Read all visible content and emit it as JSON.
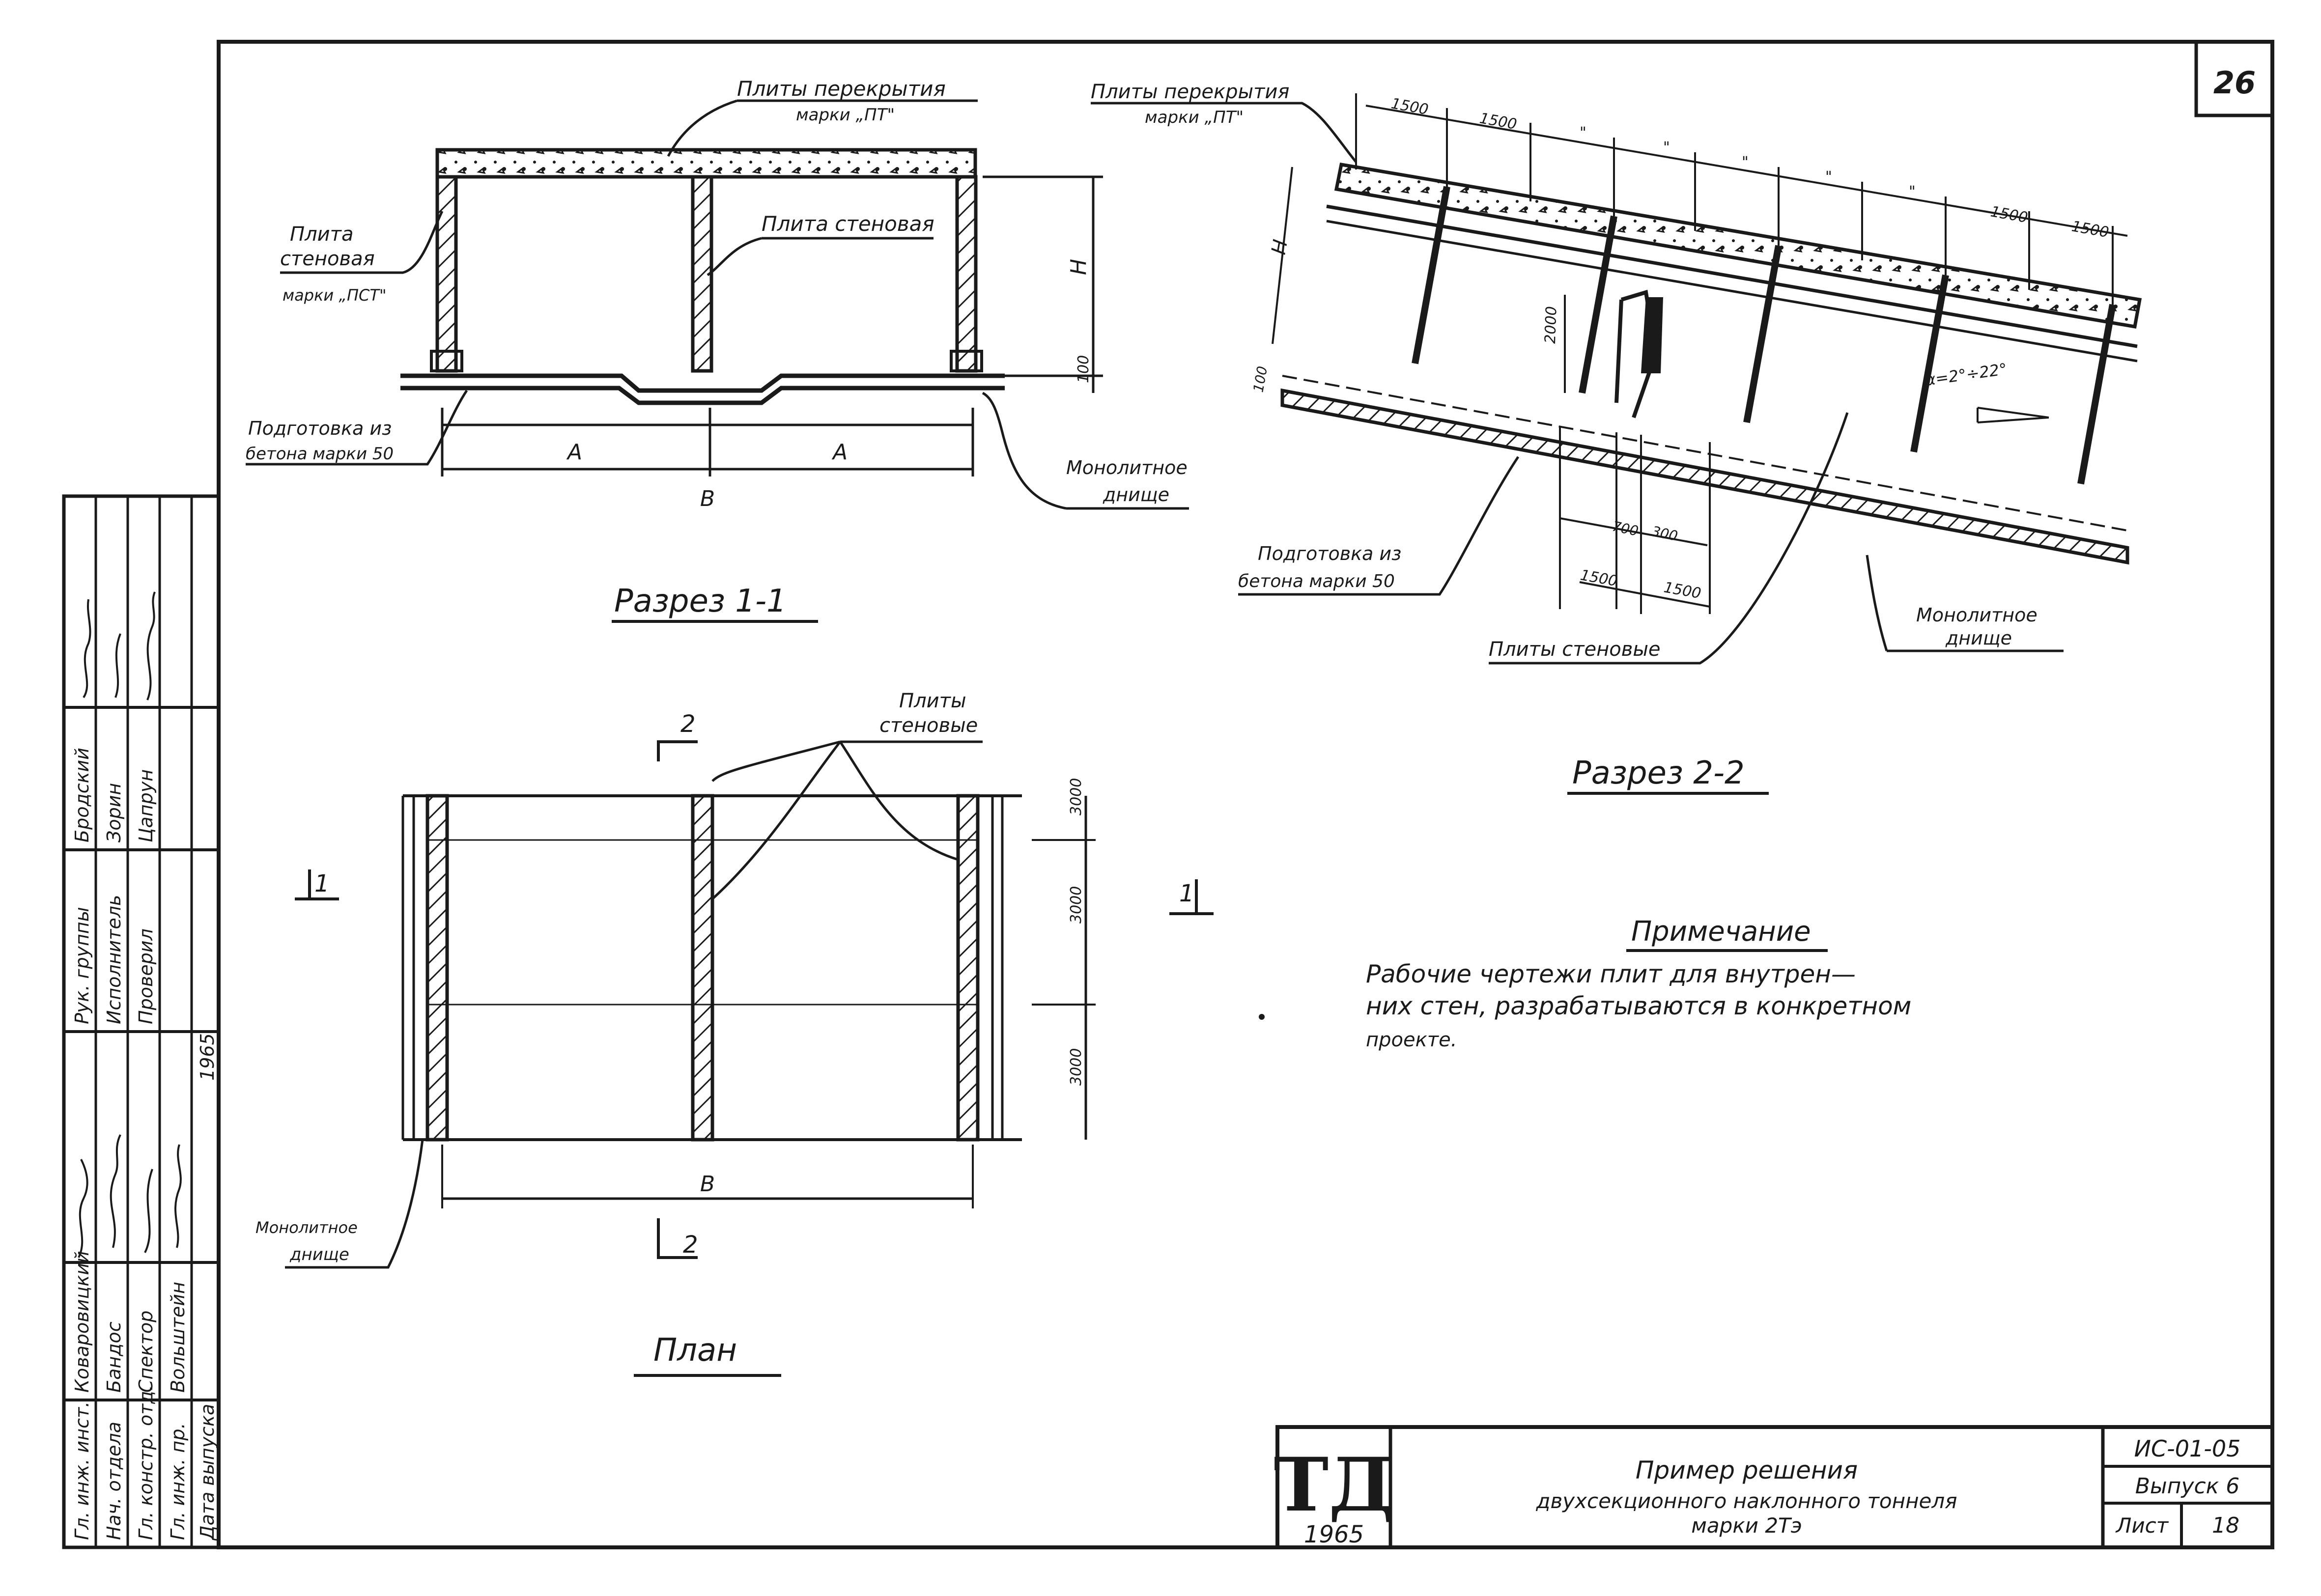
{
  "sheet": {
    "page_number": "26"
  },
  "section_1_1": {
    "title": "Разрез 1-1",
    "label_roof_slabs_line1": "Плиты перекрытия",
    "label_roof_slabs_line2": "марки „ПТ\"",
    "label_wall_slab_inner": "Плита стеновая",
    "label_wall_slab_line1": "Плита",
    "label_wall_slab_line2": "стеновая",
    "label_wall_slab_line3": "марки „ПСТ\"",
    "label_base_line1": "Подготовка из",
    "label_base_line2": "бетона марки 50",
    "label_bottom_line1": "Монолитное",
    "label_bottom_line2": "днище",
    "dim_a_left": "А",
    "dim_a_right": "А",
    "dim_b": "В",
    "dim_h": "Н",
    "dim_100": "100"
  },
  "section_2_2": {
    "title": "Разрез 2-2",
    "label_roof_slabs_line1": "Плиты перекрытия",
    "label_roof_slabs_line2": "марки „ПТ\"",
    "label_base_line1": "Подготовка из",
    "label_base_line2": "бетона марки 50",
    "label_wall_slabs": "Плиты стеновые",
    "label_bottom_line1": "Монолитное",
    "label_bottom_line2": "днище",
    "dim_top_1": "1500",
    "dim_top_2": "1500",
    "dim_top_ditto_1": "\"",
    "dim_top_ditto_2": "\"",
    "dim_top_ditto_3": "\"",
    "dim_top_ditto_4": "\"",
    "dim_top_ditto_5": "\"",
    "dim_top_3": "1500",
    "dim_top_4": "1500",
    "dim_h": "Н",
    "dim_door": "2000",
    "dim_100": "100",
    "dim_700": "700",
    "dim_300": "300",
    "dim_bottom_1": "1500",
    "dim_bottom_2": "1500",
    "angle": "α=2°÷22°"
  },
  "plan": {
    "title": "План",
    "label_wall_slabs_line1": "Плиты",
    "label_wall_slabs_line2": "стеновые",
    "label_bottom_line1": "Монолитное",
    "label_bottom_line2": "днище",
    "dim_b": "В",
    "dim_3000_a": "3000",
    "dim_3000_b": "3000",
    "dim_3000_c": "3000",
    "cut_2_top": "2",
    "cut_2_bottom": "2",
    "cut_1_left": "1",
    "cut_1_right": "1"
  },
  "note": {
    "heading": "Примечание",
    "line1": "Рабочие чертежи плит для внутрен—",
    "line2": "них стен, разрабатываются в конкретном",
    "line3": "проекте."
  },
  "title_block": {
    "logo": "ТД",
    "year": "1965",
    "title_line1": "Пример решения",
    "title_line2": "двухсекционного наклонного тоннеля",
    "title_line3": "марки 2Тэ",
    "code": "ИС-01-05",
    "issue": "Выпуск 6",
    "sheet_label": "Лист",
    "sheet_number": "18"
  },
  "stamp": {
    "rows": [
      {
        "role": "Гл. инж. инст.",
        "name": "Коваровицкий"
      },
      {
        "role": "Нач. отдела",
        "name": "Бандос"
      },
      {
        "role": "Гл. констр. отд.",
        "name": "Спектор"
      },
      {
        "role": "Гл. инж. пр.",
        "name": "Вольштейн"
      },
      {
        "role": "Рук. группы",
        "name": "Бродский"
      },
      {
        "role": "Исполнитель",
        "name": "Зорин"
      },
      {
        "role": "Проверил",
        "name": "Цапрун"
      }
    ],
    "date_label": "Дата выпуска",
    "year": "1965"
  }
}
